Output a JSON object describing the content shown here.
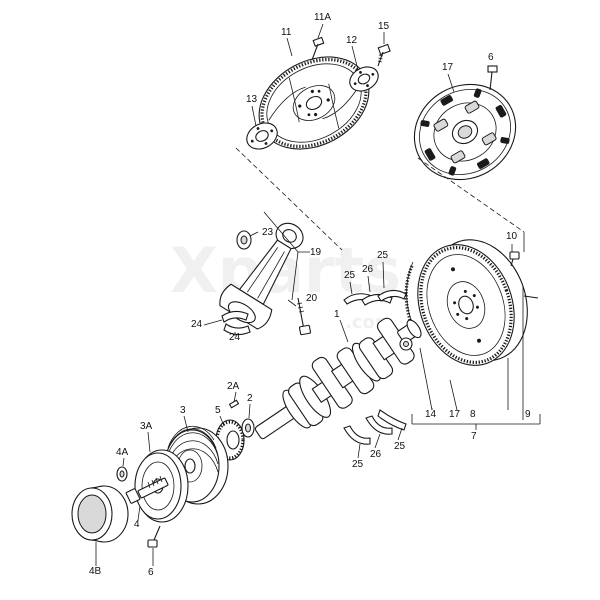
{
  "watermark": {
    "main": "Xparts",
    "sub": ".com"
  },
  "callouts": [
    {
      "id": "lbl-11",
      "text": "11"
    },
    {
      "id": "lbl-11a",
      "text": "11A"
    },
    {
      "id": "lbl-15",
      "text": "15"
    },
    {
      "id": "lbl-12",
      "text": "12"
    },
    {
      "id": "lbl-13",
      "text": "13"
    },
    {
      "id": "lbl-17-top",
      "text": "17"
    },
    {
      "id": "lbl-6-top",
      "text": "6"
    },
    {
      "id": "lbl-10",
      "text": "10"
    },
    {
      "id": "lbl-23",
      "text": "23"
    },
    {
      "id": "lbl-19",
      "text": "19"
    },
    {
      "id": "lbl-20",
      "text": "20"
    },
    {
      "id": "lbl-25-a",
      "text": "25"
    },
    {
      "id": "lbl-26-a",
      "text": "26"
    },
    {
      "id": "lbl-25-b",
      "text": "25"
    },
    {
      "id": "lbl-24-a",
      "text": "24"
    },
    {
      "id": "lbl-24-b",
      "text": "24"
    },
    {
      "id": "lbl-1",
      "text": "1"
    },
    {
      "id": "lbl-2a",
      "text": "2A"
    },
    {
      "id": "lbl-2",
      "text": "2"
    },
    {
      "id": "lbl-5",
      "text": "5"
    },
    {
      "id": "lbl-3",
      "text": "3"
    },
    {
      "id": "lbl-3a",
      "text": "3A"
    },
    {
      "id": "lbl-4a",
      "text": "4A"
    },
    {
      "id": "lbl-4",
      "text": "4"
    },
    {
      "id": "lbl-4b",
      "text": "4B"
    },
    {
      "id": "lbl-6-bottom",
      "text": "6"
    },
    {
      "id": "lbl-14",
      "text": "14"
    },
    {
      "id": "lbl-17-bottom",
      "text": "17"
    },
    {
      "id": "lbl-8",
      "text": "8"
    },
    {
      "id": "lbl-9",
      "text": "9"
    },
    {
      "id": "lbl-7",
      "text": "7"
    },
    {
      "id": "lbl-25-c",
      "text": "25"
    },
    {
      "id": "lbl-26-b",
      "text": "26"
    },
    {
      "id": "lbl-25-d",
      "text": "25"
    }
  ]
}
